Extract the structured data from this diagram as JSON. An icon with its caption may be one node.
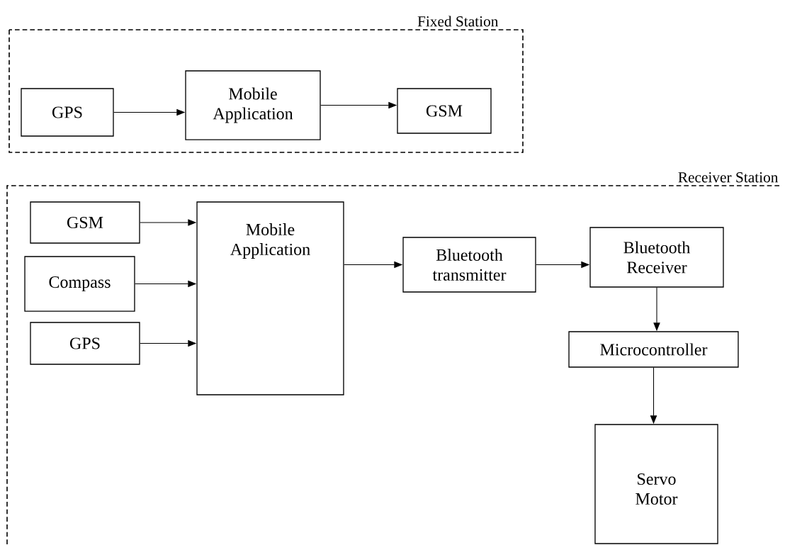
{
  "diagram": {
    "nodes": [
      {
        "text": [
          "Fixed Station"
        ]
      },
      {
        "text": [
          "GPS"
        ],
        "in": 0
      },
      {
        "text": [
          "Mobile Application"
        ],
        "in": 0
      },
      {
        "text": [
          "GSM"
        ],
        "in": 0
      },
      {
        "text": [
          "Receiver Station"
        ]
      },
      {
        "text": [
          "GSM"
        ],
        "in": 4
      },
      {
        "text": [
          "Compass"
        ],
        "in": 4
      },
      {
        "text": [
          "GPS"
        ],
        "in": 4
      },
      {
        "text": [
          "Mobile Application"
        ],
        "in": 4
      },
      {
        "text": [
          "Bluetooth transmitter"
        ],
        "in": 4
      },
      {
        "text": [
          "Bluetooth Receiver"
        ],
        "in": 4
      },
      {
        "text": [
          "Microcontroller"
        ],
        "in": 4
      },
      {
        "text": [
          "Servo Motor"
        ],
        "in": 4
      }
    ],
    "edges": [
      {
        "from": 1,
        "to": 2,
        "arrow": "to"
      },
      {
        "from": 2,
        "to": 3,
        "arrow": "to"
      },
      {
        "from": 5,
        "to": 8,
        "arrow": "to"
      },
      {
        "from": 6,
        "to": 8,
        "arrow": "to"
      },
      {
        "from": 7,
        "to": 8,
        "arrow": "to"
      },
      {
        "from": 8,
        "to": 9,
        "arrow": "to"
      },
      {
        "from": 9,
        "to": 10,
        "arrow": "to"
      },
      {
        "from": 10,
        "to": 11,
        "arrow": "to"
      },
      {
        "from": 11,
        "to": 12,
        "arrow": "to"
      }
    ]
  }
}
